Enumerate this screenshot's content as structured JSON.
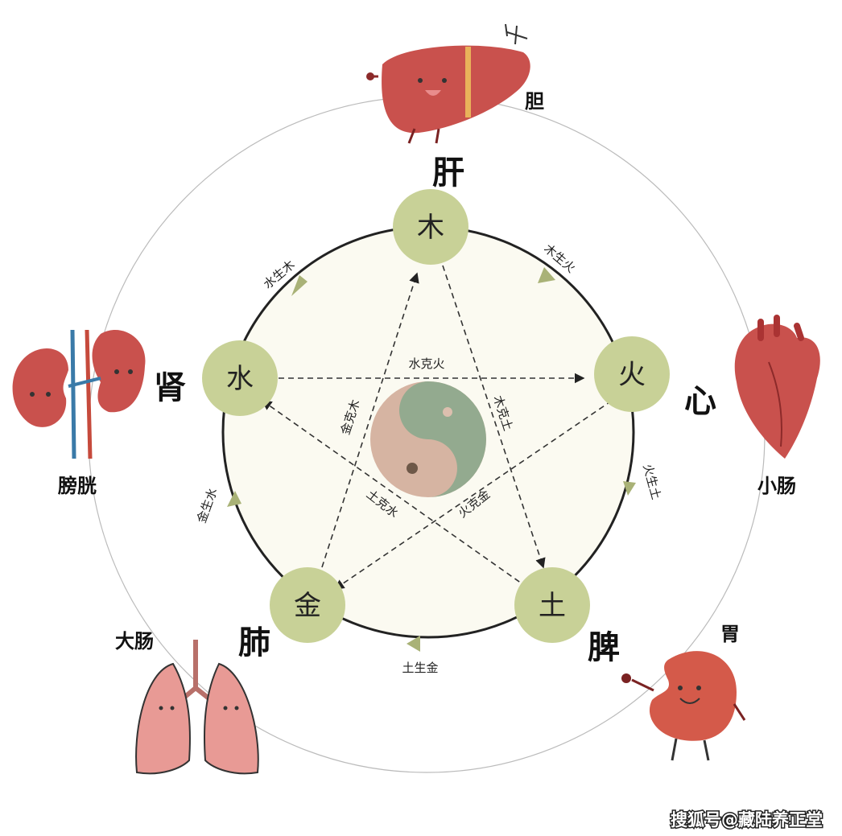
{
  "elements": {
    "wood": "木",
    "fire": "火",
    "earth": "土",
    "metal": "金",
    "water": "水"
  },
  "generating": {
    "water_wood": "水生木",
    "wood_fire": "木生火",
    "fire_earth": "火生土",
    "earth_metal": "土生金",
    "metal_water": "金生水"
  },
  "controlling": {
    "water_fire": "水克火",
    "metal_wood": "金克木",
    "wood_earth": "木克土",
    "earth_water": "土克水",
    "fire_metal": "火克金"
  },
  "organs": {
    "liver": "肝",
    "gallbladder": "胆",
    "heart": "心",
    "small_intestine": "小肠",
    "spleen": "脾",
    "stomach": "胃",
    "lung": "肺",
    "large_intestine": "大肠",
    "kidney": "肾",
    "bladder": "膀胱"
  },
  "watermark": "搜狐号@藏陆养正堂",
  "colors": {
    "node": "#c8d197",
    "inner_circle": "#fbfaf1",
    "yin": "#d6b4a2",
    "yang": "#93aa8f",
    "organ_red": "#c9514d"
  }
}
